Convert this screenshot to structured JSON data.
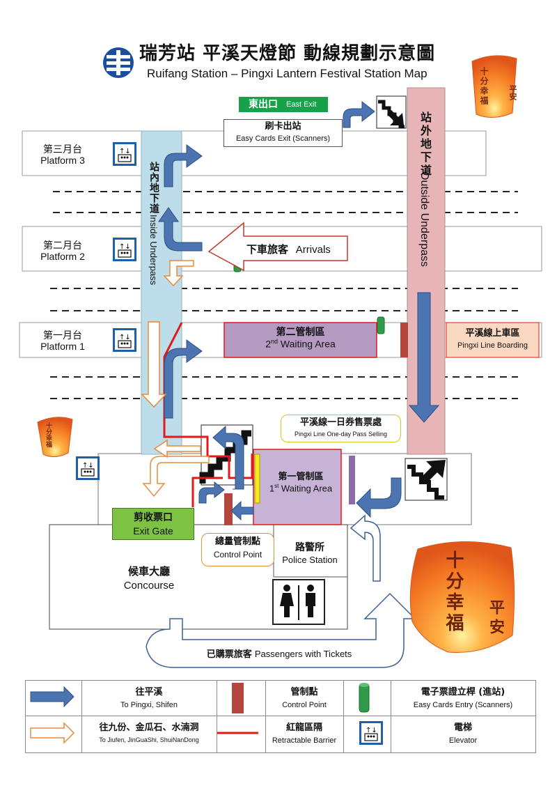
{
  "title": {
    "zh": "瑞芳站  平溪天燈節  動線規劃示意圖",
    "en": "Ruifang Station – Pingxi Lantern Festival Station Map"
  },
  "colors": {
    "blue_arrow": "#4c74b0",
    "orange_arrow": "#e98a3a",
    "inside_underpass": "#bcdde9",
    "outside_underpass": "#e7b5b7",
    "waiting_area_2": "#b59ac2",
    "waiting_area_1": "#c7b3d6",
    "exit_gate": "#7dc243",
    "east_exit": "#17a24a",
    "control_point": "#b5463f",
    "barrier": "#e3181a",
    "easy_card": "#2f9b48",
    "pingxi_boarding": "#fbd8c2",
    "elevator_border": "#1d5fa8"
  },
  "east_exit": {
    "zh": "東出口",
    "en": "East Exit"
  },
  "easy_cards_exit": {
    "zh": "刷卡出站",
    "en": "Easy Cards Exit (Scanners)"
  },
  "platforms": [
    {
      "zh": "第三月台",
      "en": "Platform 3"
    },
    {
      "zh": "第二月台",
      "en": "Platform 2"
    },
    {
      "zh": "第一月台",
      "en": "Platform 1"
    }
  ],
  "inside_underpass": {
    "zh": "站內地下道",
    "en": "Inside Underpass"
  },
  "outside_underpass": {
    "zh": "站外地下道",
    "en": "Outside Underpass"
  },
  "arrivals": {
    "zh": "下車旅客",
    "en": "Arrivals"
  },
  "waiting_area_2": {
    "zh": "第二管制區",
    "en_num": "2",
    "en_sup": "nd",
    "en_rest": " Waiting Area"
  },
  "pingxi_boarding": {
    "zh": "平溪線上車區",
    "en": "Pingxi Line Boarding"
  },
  "pass_selling": {
    "zh": "平溪線一日券售票處",
    "en": "Pingxi Line One-day Pass Selling"
  },
  "waiting_area_1": {
    "zh": "第一管制區",
    "en_num": "1",
    "en_sup": "st",
    "en_rest": " Waiting Area"
  },
  "exit_gate": {
    "zh": "剪收票口",
    "en": "Exit Gate"
  },
  "control_point_main": {
    "zh": "總量管制點",
    "en": "Control Point"
  },
  "police_station": {
    "zh": "路警所",
    "en": "Police Station"
  },
  "concourse": {
    "zh": "候車大廳",
    "en": "Concourse"
  },
  "passengers_with_tickets": {
    "zh": "已購票旅客",
    "en": "Passengers with Tickets"
  },
  "lantern_text": {
    "line1": "十分幸福",
    "line2": "平安"
  },
  "legend": [
    {
      "icon": "blue-arrow-icon",
      "zh": "往平溪",
      "en": "To Pingxi, Shifen"
    },
    {
      "icon": "control-point-icon",
      "zh": "管制點",
      "en": "Control Point"
    },
    {
      "icon": "easy-card-scanner-icon",
      "zh": "電子票證立桿 (進站)",
      "en": "Easy Cards Entry (Scanners)"
    },
    {
      "icon": "orange-arrow-icon",
      "zh": "往九份、金瓜石、水湳洞",
      "en": "To Jiufen, JinGuaShi, ShuiNanDong"
    },
    {
      "icon": "barrier-line-icon",
      "zh": "紅龍區隔",
      "en": "Retractable Barrier"
    },
    {
      "icon": "elevator-icon",
      "zh": "電梯",
      "en": "Elevator"
    }
  ]
}
